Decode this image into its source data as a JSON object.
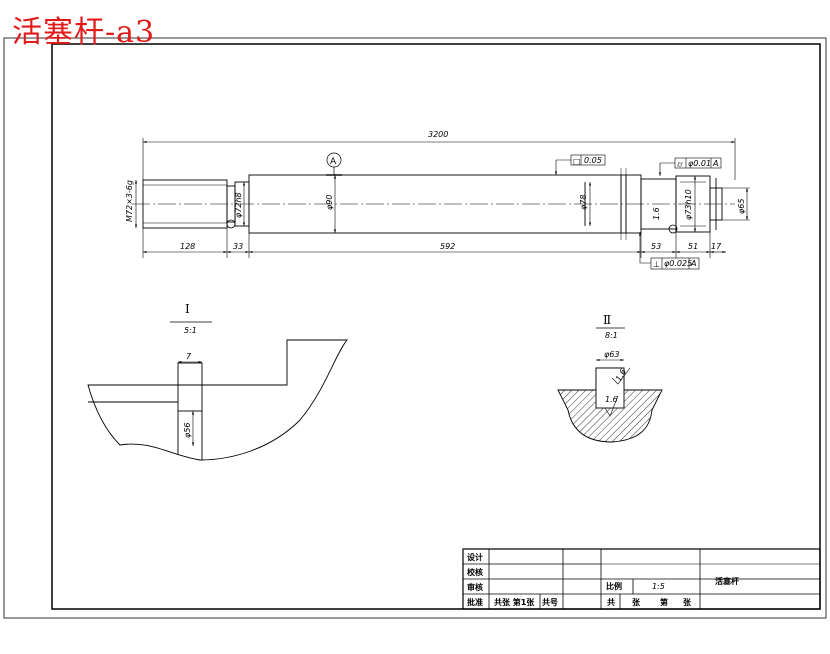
{
  "title": "活塞杆-a3",
  "drawing": {
    "overall_length": "3200",
    "segment_dims": [
      "128",
      "33",
      "592",
      "53",
      "51",
      "17"
    ],
    "diameters": {
      "thread": "M72×3-6g",
      "neck": "φ72h8",
      "body": "φ90",
      "groove": "φ78",
      "seat": "φ73h10",
      "end": "φ65"
    },
    "surface_roughness": "1.6",
    "datum_label": "A",
    "gdt_straightness": {
      "symbol": "□",
      "value": "0.05"
    },
    "gdt_cylindricity": {
      "symbol": "⌭",
      "value": "φ0.01",
      "datum": "A"
    },
    "gdt_runout": {
      "symbol": "⊥",
      "value": "φ0.025",
      "datum": "A"
    }
  },
  "details": {
    "detail_1": {
      "label": "I",
      "scale": "5:1",
      "dim_width": "7",
      "dim_diameter": "φ56"
    },
    "detail_2": {
      "label": "Ⅱ",
      "scale": "8:1",
      "dim_groove": "φ63",
      "roughness_a": "1.6",
      "roughness_b": "1.6"
    }
  },
  "title_block": {
    "rows": [
      "设计",
      "校核",
      "审核",
      "批准"
    ],
    "sheet_info": "共张  第1张",
    "tab_label": "共号",
    "scale_label": "比例",
    "scale_value": "1:5",
    "part_name": "活塞杆",
    "sheet_footer": [
      "共",
      "张",
      "第",
      "张"
    ]
  }
}
